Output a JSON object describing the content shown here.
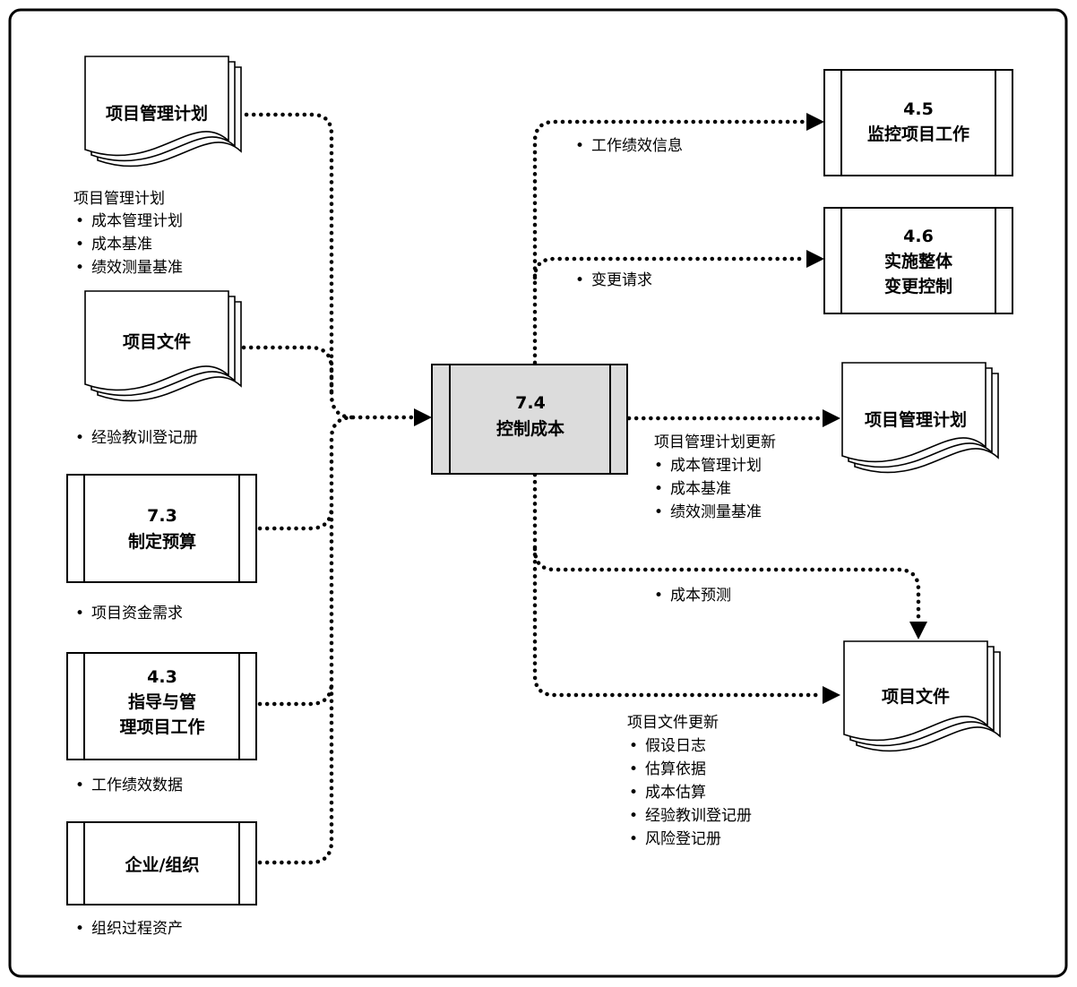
{
  "inputs": {
    "project_mgmt_plan": {
      "title": "项目管理计划",
      "caption_heading": "项目管理计划",
      "items": [
        "成本管理计划",
        "成本基准",
        "绩效测量基准"
      ]
    },
    "project_docs": {
      "title": "项目文件",
      "items": [
        "经验教训登记册"
      ]
    },
    "determine_budget": {
      "number": "7.3",
      "title": "制定预算",
      "items": [
        "项目资金需求"
      ]
    },
    "direct_manage": {
      "number": "4.3",
      "title_line1": "指导与管",
      "title_line2": "理项目工作",
      "items": [
        "工作绩效数据"
      ]
    },
    "enterprise": {
      "title": "企业/组织",
      "items": [
        "组织过程资产"
      ]
    }
  },
  "center": {
    "number": "7.4",
    "title": "控制成本"
  },
  "outputs": {
    "monitor_control": {
      "number": "4.5",
      "title": "监控项目工作",
      "flow_label": "工作绩效信息"
    },
    "integrated_change": {
      "number": "4.6",
      "title_line1": "实施整体",
      "title_line2": "变更控制",
      "flow_label": "变更请求"
    },
    "plan_updates": {
      "title": "项目管理计划",
      "caption_heading": "项目管理计划更新",
      "items": [
        "成本管理计划",
        "成本基准",
        "绩效测量基准"
      ]
    },
    "project_docs": {
      "title": "项目文件",
      "forecast_label": "成本预测",
      "caption_heading": "项目文件更新",
      "items": [
        "假设日志",
        "估算依据",
        "成本估算",
        "经验教训登记册",
        "风险登记册"
      ]
    }
  },
  "colors": {
    "line": "#000000",
    "center_fill": "#dcdcdc",
    "box_fill": "#ffffff"
  },
  "bullet_glyph": "•"
}
